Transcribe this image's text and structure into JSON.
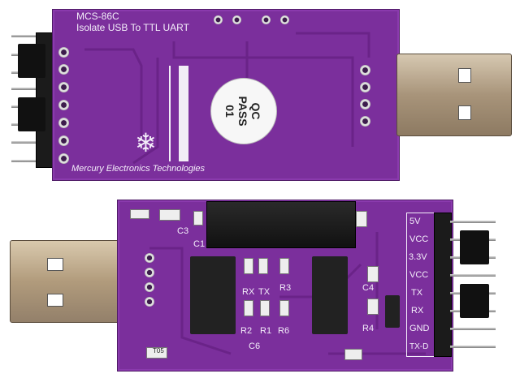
{
  "top_board": {
    "model": "MCS-86C",
    "subtitle": "Isolate USB To TTL UART",
    "qc_sticker": [
      "QC",
      "PASS",
      "01"
    ],
    "footer": "Mercury  Electronics Technologies"
  },
  "bottom_board": {
    "pin_labels": [
      "5V",
      "VCC",
      "3.3V",
      "VCC",
      "TX",
      "RX",
      "GND",
      "TX-D"
    ],
    "refs": {
      "c1": "C1",
      "c3": "C3",
      "c4": "C4",
      "c6": "C6",
      "rx": "RX",
      "tx": "TX",
      "r1": "R1",
      "r2": "R2",
      "r3": "R3",
      "r4": "R4",
      "r6": "R6",
      "t05": "T05"
    }
  },
  "colors": {
    "pcb": "#7b2f9c",
    "silkscreen": "#f4eefa",
    "usb_metal": "#b9a487"
  }
}
